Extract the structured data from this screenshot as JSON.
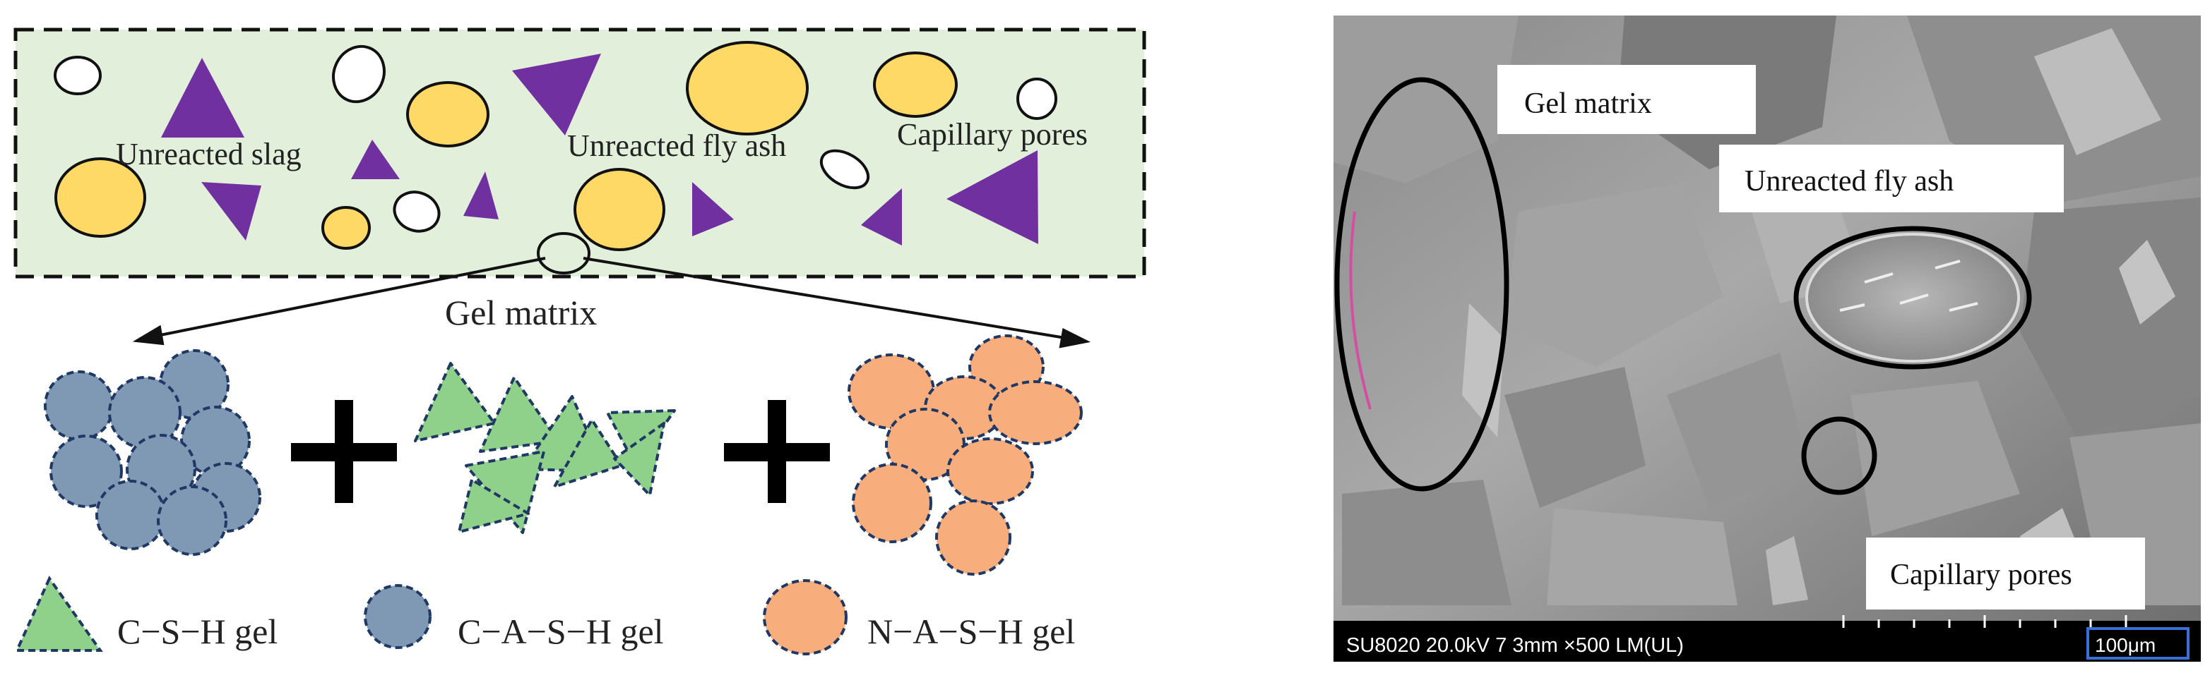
{
  "schematic": {
    "particle_labels": {
      "slag": "Unreacted slag",
      "fly_ash": "Unreacted fly ash",
      "pores": "Capillary pores"
    },
    "gel_matrix_label": "Gel matrix",
    "plus_sign": "+",
    "legend": {
      "csh": "C−S−H gel",
      "cash": "C−A−S−H gel",
      "nash": "N−A−S−H gel"
    },
    "colors": {
      "matrix_bg": "#e2efda",
      "fly_ash": "#ffd966",
      "slag": "#7030a0",
      "csh": "#8fd18a",
      "cash": "#7f99b5",
      "nash": "#f8ad7c",
      "outline": "#1f3864"
    }
  },
  "sem": {
    "labels": {
      "gel_matrix": "Gel matrix",
      "fly_ash": "Unreacted fly ash",
      "pores": "Capillary pores"
    },
    "info_bar": "SU8020 20.0kV 7 3mm ×500 LM(UL)",
    "scale_bar": "100μm"
  }
}
